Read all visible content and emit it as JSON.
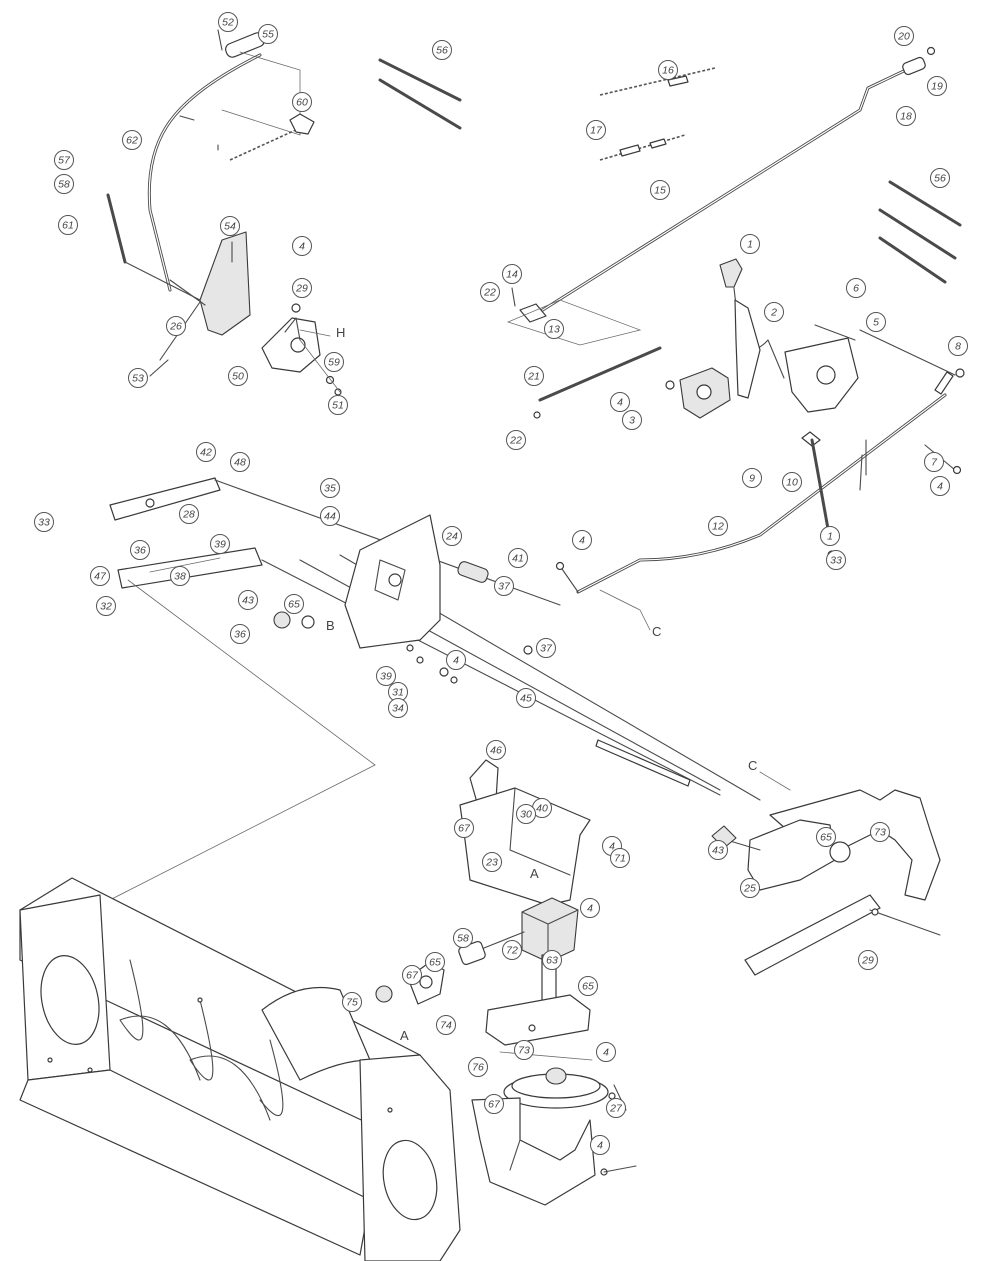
{
  "diagram": {
    "callouts": [
      "52",
      "55",
      "56",
      "62",
      "60",
      "57",
      "58",
      "61",
      "54",
      "4",
      "29",
      "26",
      "53",
      "50",
      "59",
      "51",
      "20",
      "19",
      "16",
      "18",
      "17",
      "15",
      "56",
      "1",
      "22",
      "14",
      "13",
      "2",
      "6",
      "5",
      "8",
      "21",
      "4",
      "3",
      "22",
      "9",
      "10",
      "7",
      "4",
      "42",
      "48",
      "35",
      "44",
      "24",
      "33",
      "28",
      "39",
      "41",
      "37",
      "36",
      "38",
      "43",
      "65",
      "36",
      "40",
      "12",
      "1",
      "4",
      "33",
      "47",
      "32",
      "37",
      "39",
      "31",
      "34",
      "4",
      "45",
      "46",
      "30",
      "67",
      "4",
      "43",
      "25",
      "65",
      "23",
      "29",
      "73",
      "71",
      "63",
      "4",
      "72",
      "58",
      "67",
      "65",
      "75",
      "74",
      "4",
      "73",
      "67",
      "65",
      "76",
      "27",
      "4"
    ],
    "letters": [
      "A",
      "A",
      "B",
      "C",
      "C",
      "H"
    ]
  }
}
